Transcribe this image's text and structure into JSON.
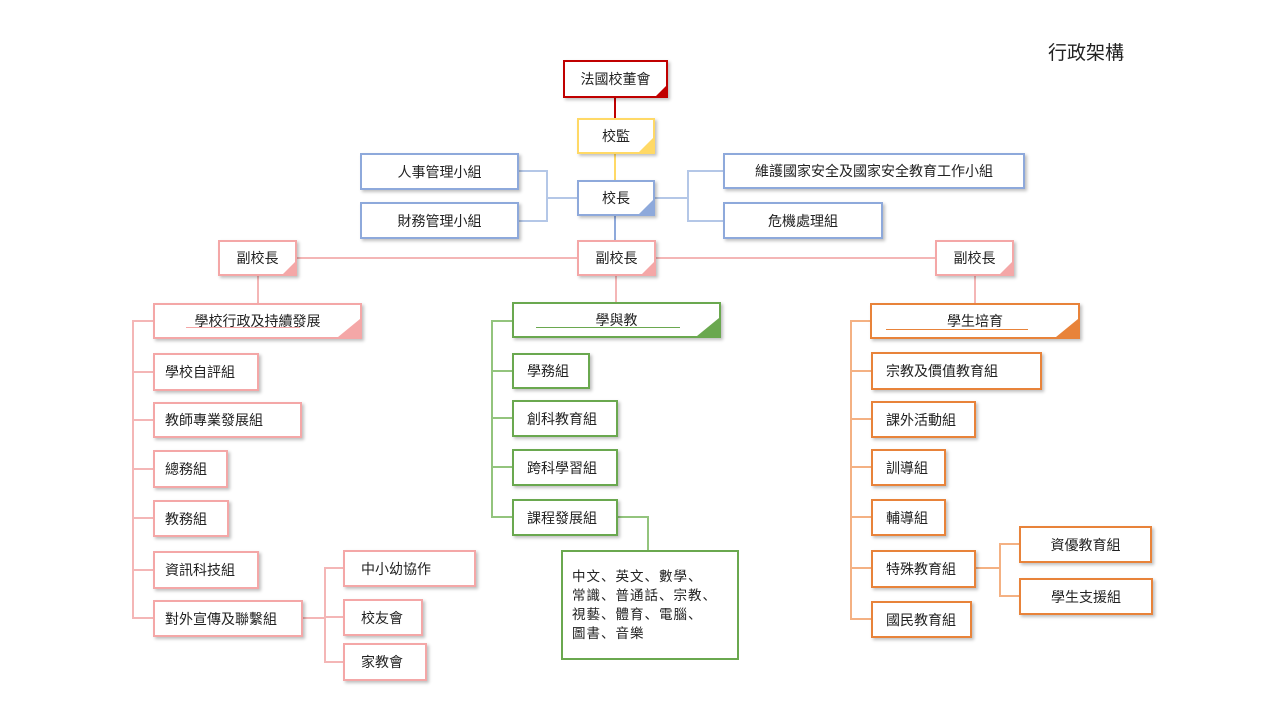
{
  "page_title": "行政架構",
  "colors": {
    "board": "#c00000",
    "supervisor": "#ffd966",
    "principal": "#8ea9db",
    "vice": "#f4a7a7",
    "admin": "#f4a7a7",
    "learning": "#6aa84f",
    "student": "#e8833a"
  },
  "nodes": {
    "board": "法國校董會",
    "supervisor": "校監",
    "principal": "校長",
    "hr_group": "人事管理小組",
    "finance_group": "財務管理小組",
    "security_group": "維護國家安全及國家安全教育工作小組",
    "crisis_group": "危機處理組",
    "vice_left": "副校長",
    "vice_center": "副校長",
    "vice_right": "副校長",
    "admin_head": "學校行政及持續發展",
    "learning_head": "學與教",
    "student_head": "學生培育",
    "admin_items": [
      "學校自評組",
      "教師專業發展組",
      "總務組",
      "教務組",
      "資訊科技組",
      "對外宣傳及聯繫組"
    ],
    "liaison_items": [
      "中小幼協作",
      "校友會",
      "家教會"
    ],
    "learning_items": [
      "學務組",
      "創科教育組",
      "跨科學習組",
      "課程發展組"
    ],
    "curriculum_subjects": "中文、英文、數學、\n常識、普通話、宗教、\n視藝、體育、電腦、\n圖書、音樂",
    "student_items": [
      "宗教及價值教育組",
      "課外活動組",
      "訓導組",
      "輔導組",
      "特殊教育組",
      "國民教育組"
    ],
    "special_ed_items": [
      "資優教育組",
      "學生支援組"
    ]
  }
}
